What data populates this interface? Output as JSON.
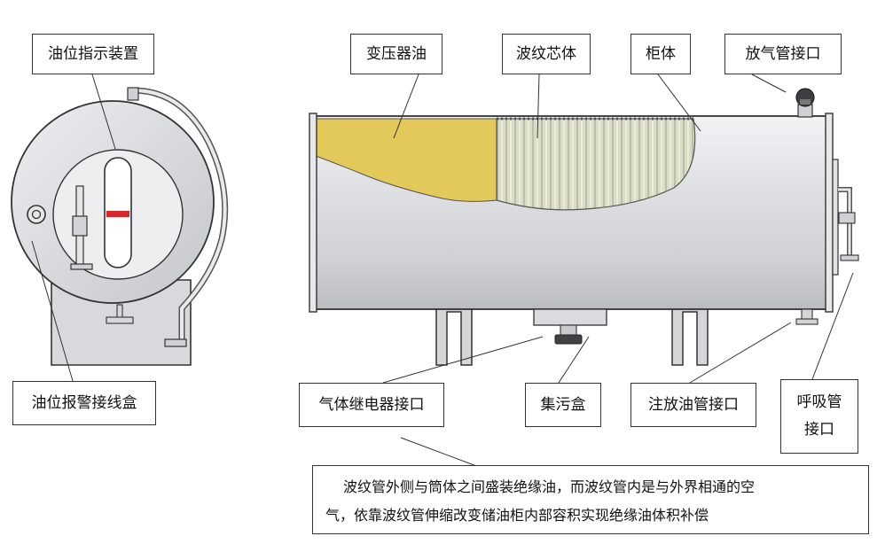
{
  "labels": {
    "oil_level_indicator": "油位指示装置",
    "transformer_oil": "变压器油",
    "bellows_core": "波纹芯体",
    "cabinet": "柜体",
    "vent_pipe_interface": "放气管接口",
    "oil_level_alarm_box": "油位报警接线盒",
    "gas_relay_interface": "气体继电器接口",
    "sump_box": "集污盒",
    "oil_fill_drain_interface": "注放油管接口",
    "breather_interface_line1": "呼吸管",
    "breather_interface_line2": "接口"
  },
  "caption": {
    "line1": "波纹管外侧与筒体之间盛装绝缘油，而波纹管内是与外界相通的空",
    "line2": "气，依靠波纹管伸缩改变储油柜内部容积实现绝缘油体积补偿"
  },
  "colors": {
    "oil": "#e3c95a",
    "bellows": "#d9dcc4",
    "tank": "#d6d8dc",
    "indicator_mark": "#d8262a"
  }
}
